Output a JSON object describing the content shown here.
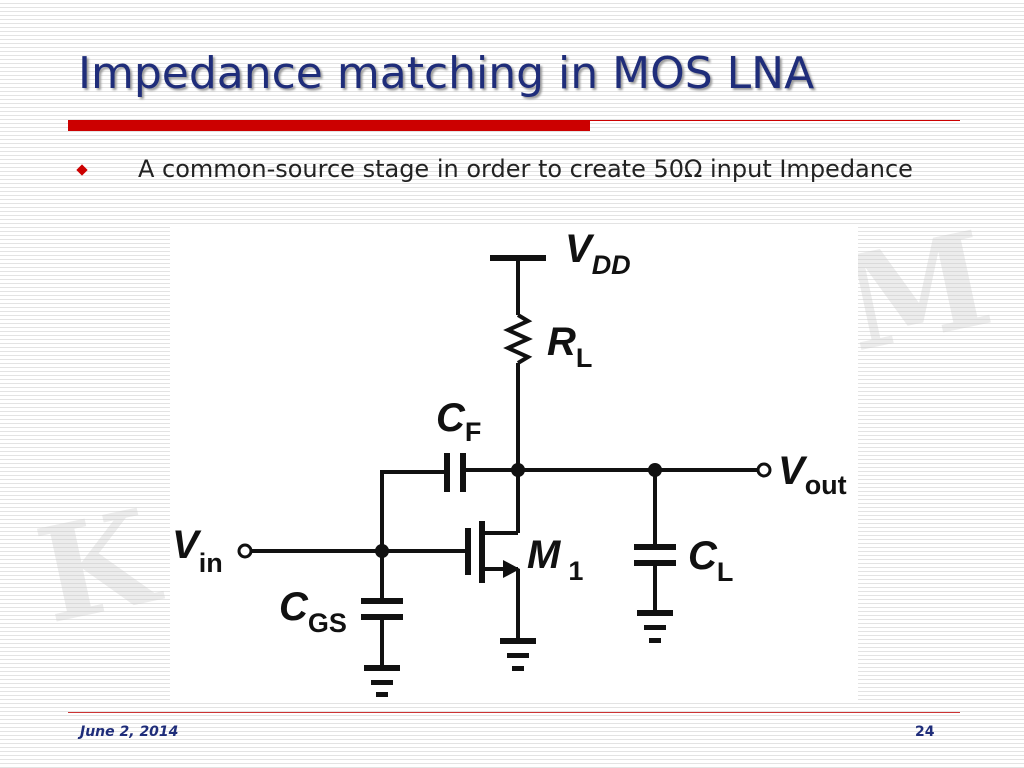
{
  "slide": {
    "title": "Impedance matching in MOS LNA",
    "bullets": [
      {
        "text": "A common-source stage in order to create 50Ω input Impedance"
      }
    ],
    "footer": {
      "date": "June 2, 2014",
      "page": "24"
    }
  },
  "circuit": {
    "labels": {
      "vdd": {
        "main": "V",
        "sub": "DD"
      },
      "rl": {
        "main": "R",
        "sub": "L"
      },
      "cf": {
        "main": "C",
        "sub": "F"
      },
      "vout": {
        "main": "V",
        "sub": "out"
      },
      "vin": {
        "main": "V",
        "sub": "in"
      },
      "m1": {
        "main": "M",
        "sub": "1"
      },
      "cl": {
        "main": "C",
        "sub": "L"
      },
      "cgs": {
        "main": "C",
        "sub": "GS"
      }
    }
  },
  "watermark": {
    "letters": [
      "K",
      "M"
    ]
  },
  "colors": {
    "title": "#1f2d7a",
    "accent": "#cc0000",
    "text": "#222222"
  }
}
